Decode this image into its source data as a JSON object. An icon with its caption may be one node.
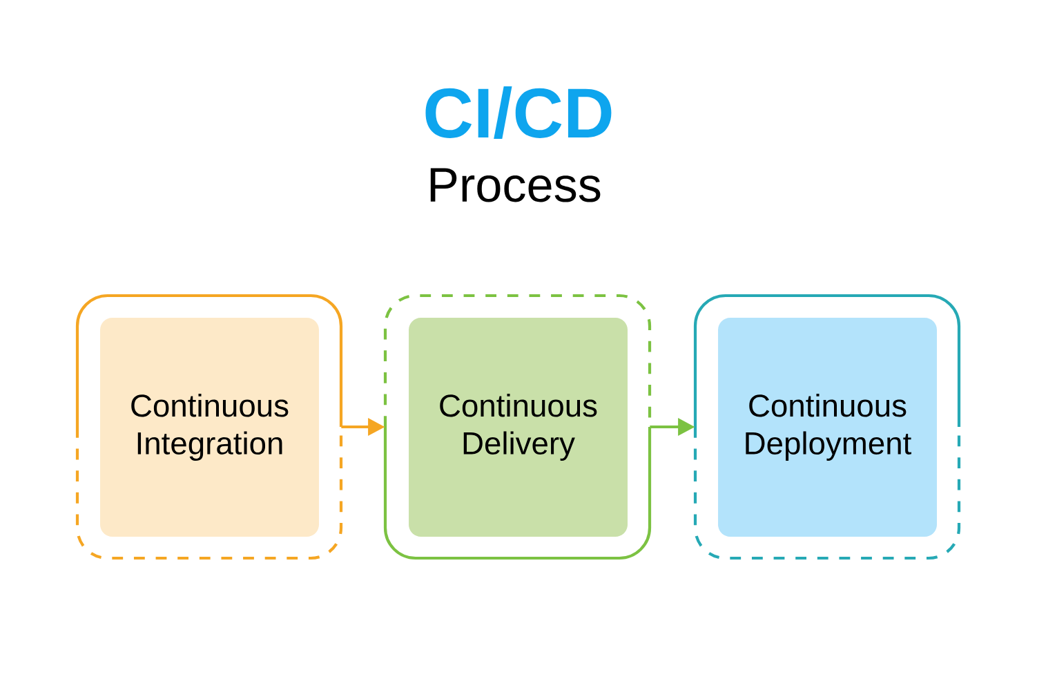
{
  "diagram": {
    "title": "CI/CD",
    "nodes": [
      {
        "text": [],
        "shape": "box"
      },
      {
        "text": [
          "Continuous Integration"
        ],
        "in": 0
      },
      {
        "text": [],
        "shape": "box"
      },
      {
        "text": [
          "Continuous Delivery"
        ],
        "in": 2
      },
      {
        "text": [],
        "shape": "box"
      },
      {
        "text": [
          "Continuous Deployment"
        ],
        "in": 4
      }
    ],
    "edges": [
      {
        "from": 0,
        "to": 2,
        "arrow": "to",
        "color": "#f5a623"
      },
      {
        "from": 2,
        "to": 4,
        "arrow": "to",
        "color": "#7cc242"
      }
    ],
    "labels": [
      "Process"
    ]
  }
}
